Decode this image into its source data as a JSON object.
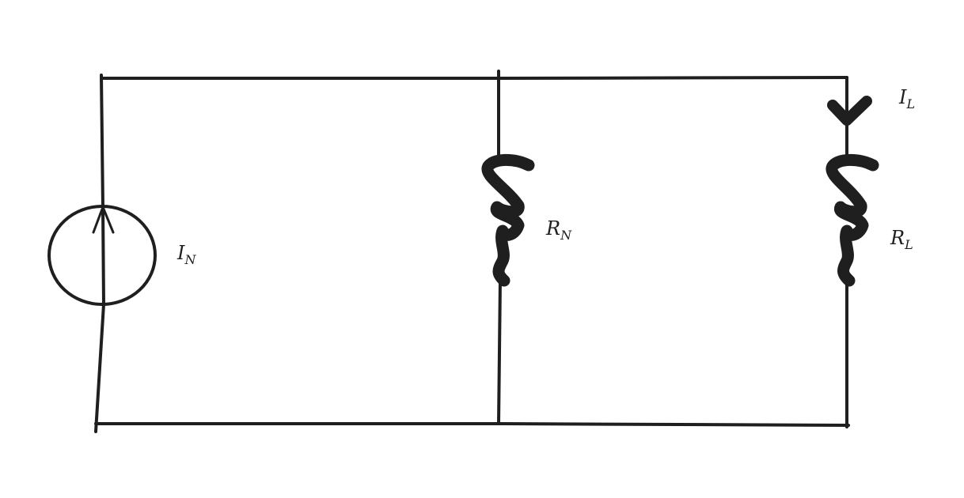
{
  "diagram": {
    "labels": {
      "source_current": {
        "main": "I",
        "sub": "N"
      },
      "norton_resistor": {
        "main": "R",
        "sub": "N"
      },
      "load_current": {
        "main": "I",
        "sub": "L"
      },
      "load_resistor": {
        "main": "R",
        "sub": "L"
      }
    },
    "colors": {
      "ink": "#1f1f1f",
      "background": "#ffffff"
    },
    "components": [
      "current-source",
      "norton-resistor",
      "load-resistor",
      "load-current-arrow"
    ]
  }
}
